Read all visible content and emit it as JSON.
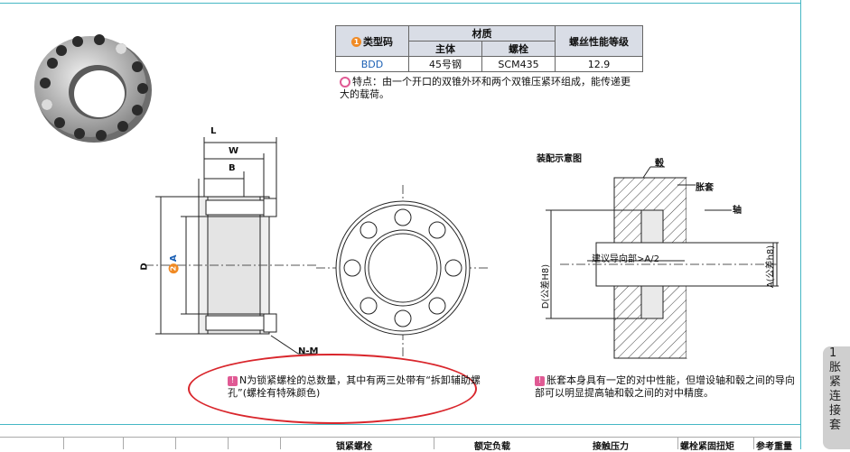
{
  "spec_table": {
    "col_type": "类型码",
    "col_material": "材质",
    "col_body": "主体",
    "col_bolt": "螺栓",
    "col_grade": "螺丝性能等级",
    "row": {
      "type": "BDD",
      "body": "45号钢",
      "bolt": "SCM435",
      "grade": "12.9"
    }
  },
  "badge1": "1",
  "feature_text": "特点：由一个开口的双锥外环和两个双锥压紧环组成，能传递更大的载荷。",
  "drawing": {
    "L": "L",
    "W": "W",
    "B": "B",
    "D": "D",
    "A": "A",
    "A_badge": "2",
    "NM": "N-M"
  },
  "assembly": {
    "title": "装配示意图",
    "hub": "毂",
    "sleeve": "胀套",
    "shaft": "轴",
    "guide": "建议导向部>A/2",
    "d_tol": "D(公差H8)",
    "a_tol": "A(公差h8)"
  },
  "note1": "N为锁紧螺栓的总数量，其中有两三处带有“拆卸辅助螺孔”(螺栓有特殊颜色)",
  "note2": "胀套本身具有一定的对中性能，但增设轴和毂之间的导向部可以明显提高轴和毂之间的对中精度。",
  "note_badge": "!",
  "bottom_headers": {
    "bolt": "锁紧螺栓",
    "load": "额定负载",
    "pressure": "接触压力",
    "torque": "螺栓紧固扭矩",
    "weight": "参考重量"
  },
  "side_tab": [
    "1",
    "胀",
    "紧",
    "连",
    "接",
    "套"
  ]
}
